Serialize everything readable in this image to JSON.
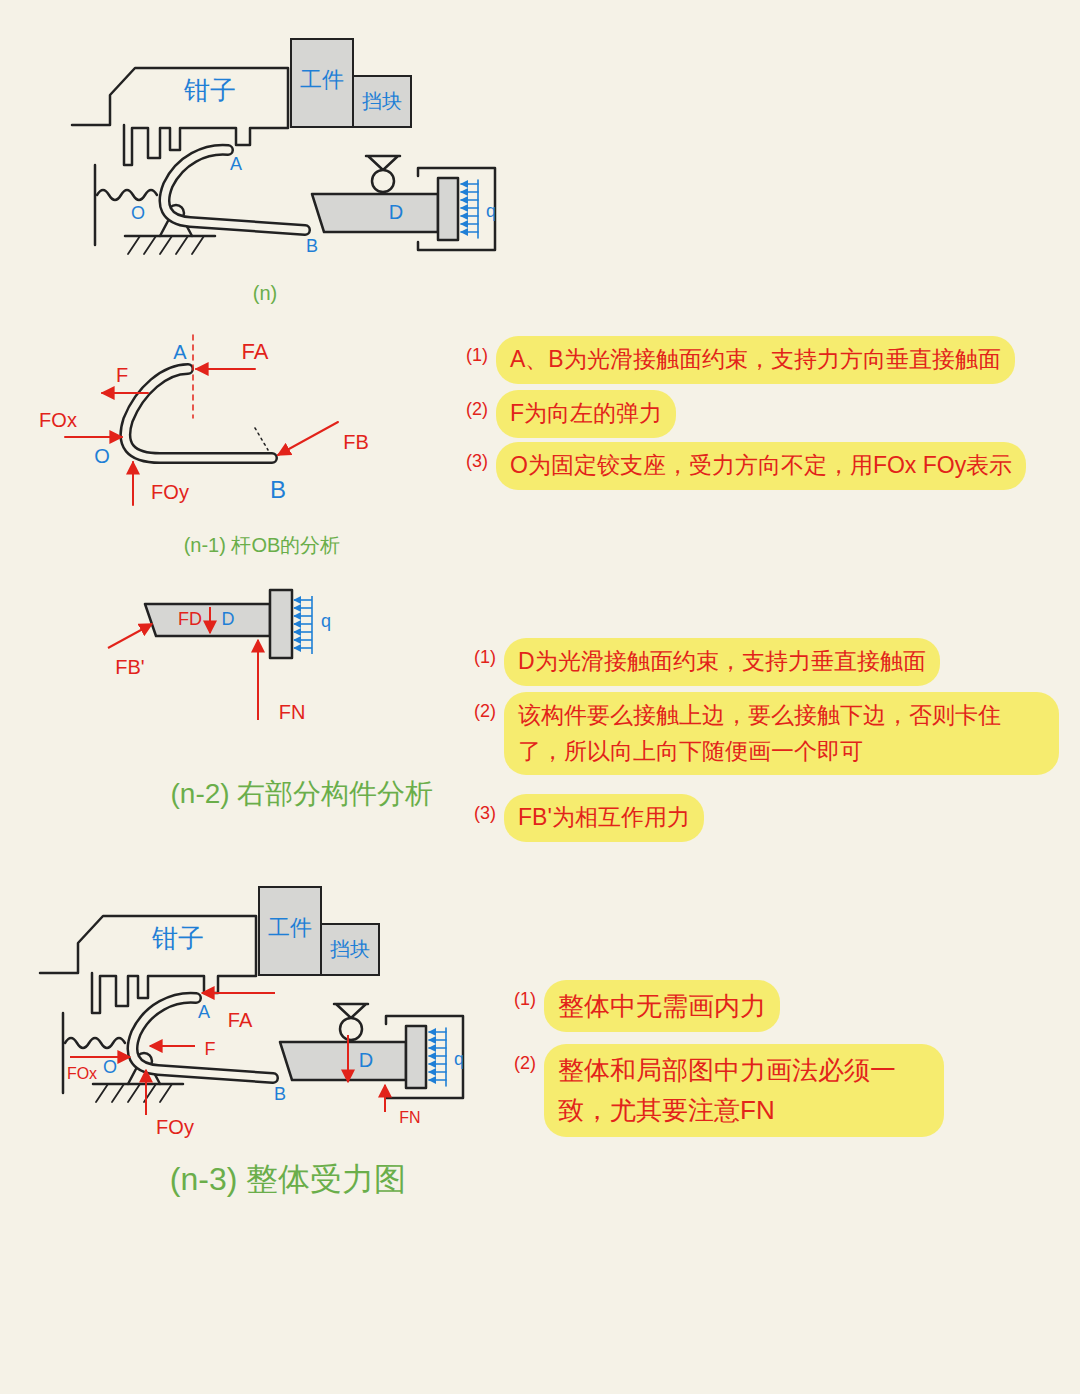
{
  "diagram": {
    "nodes": [
      {
        "text": [
          "钳子"
        ]
      },
      {
        "text": [
          "工件"
        ]
      },
      {
        "text": [
          "挡块"
        ]
      },
      {
        "text": [
          "(1)",
          "A、B为光滑接触面约束，支持力方向垂直接触面"
        ]
      },
      {
        "text": [
          "(2)",
          "F为向左的弹力"
        ]
      },
      {
        "text": [
          "(3)",
          "O为固定铰支座，受力方向不定，用FOx FOy表示"
        ]
      },
      {
        "text": [
          "(1)",
          "D为光滑接触面约束，支持力垂直接触面"
        ]
      },
      {
        "text": [
          "(2)",
          "该构件要么接触上边，要么接触下边，否则卡住了，所以向上向下随便画一个即可"
        ]
      },
      {
        "text": [
          "(3)",
          "FB'为相互作用力"
        ]
      },
      {
        "text": [
          "钳子"
        ]
      },
      {
        "text": [
          "工件"
        ]
      },
      {
        "text": [
          "挡块"
        ]
      },
      {
        "text": [
          "(1)",
          "整体中无需画内力"
        ]
      },
      {
        "text": [
          "(2)",
          "整体和局部图中力画法必须一致，尤其要注意FN"
        ]
      }
    ],
    "labels": [
      "A",
      "O",
      "B",
      "D",
      "q",
      "(n)",
      "FA",
      "A",
      "F",
      "FOx",
      "O",
      "FOy",
      "FB",
      "B",
      "(n-1) 杆OB的分析",
      "FD",
      "D",
      "q",
      "FB'",
      "FN",
      "(n-2) 右部分构件分析",
      "A",
      "FA",
      "F",
      "FOx",
      "O",
      "FOy",
      "B",
      "D",
      "q",
      "FN",
      "(n-3) 整体受力图"
    ]
  }
}
